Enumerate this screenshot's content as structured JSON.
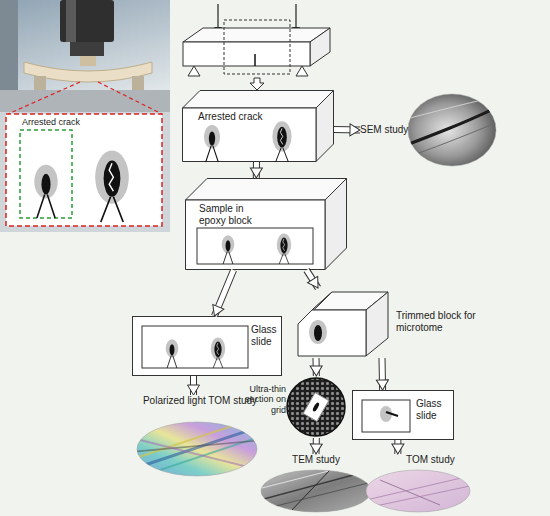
{
  "diagram": {
    "nodes": [
      {
        "text": [
          "Arrested crack"
        ]
      },
      {
        "text": [
          "SEM study"
        ]
      },
      {
        "text": [
          "Sample in epoxy block"
        ]
      },
      {
        "text": [
          "Glass slide"
        ]
      },
      {
        "text": [
          "Trimmed block for microtome"
        ]
      },
      {
        "text": [
          "Polarized light TOM study"
        ]
      },
      {
        "text": [
          "Ultra-thin section on grid"
        ]
      },
      {
        "text": [
          "Glass slide"
        ]
      },
      {
        "text": [
          "TEM study"
        ]
      },
      {
        "text": [
          "TOM study"
        ]
      }
    ],
    "edges": [
      {
        "from": 0,
        "to": 1,
        "arrow": "to"
      },
      {
        "from": 0,
        "to": 2,
        "arrow": "to"
      },
      {
        "from": 2,
        "to": 3,
        "arrow": "to"
      },
      {
        "from": 2,
        "to": 4,
        "arrow": "to"
      },
      {
        "from": 3,
        "to": 5,
        "arrow": "to"
      },
      {
        "from": 4,
        "to": 6,
        "arrow": "to"
      },
      {
        "from": 4,
        "to": 7,
        "arrow": "to"
      },
      {
        "from": 6,
        "to": 8,
        "arrow": "to"
      },
      {
        "from": 7,
        "to": 9,
        "arrow": "to"
      }
    ],
    "labels": [
      "Arrested crack"
    ]
  }
}
